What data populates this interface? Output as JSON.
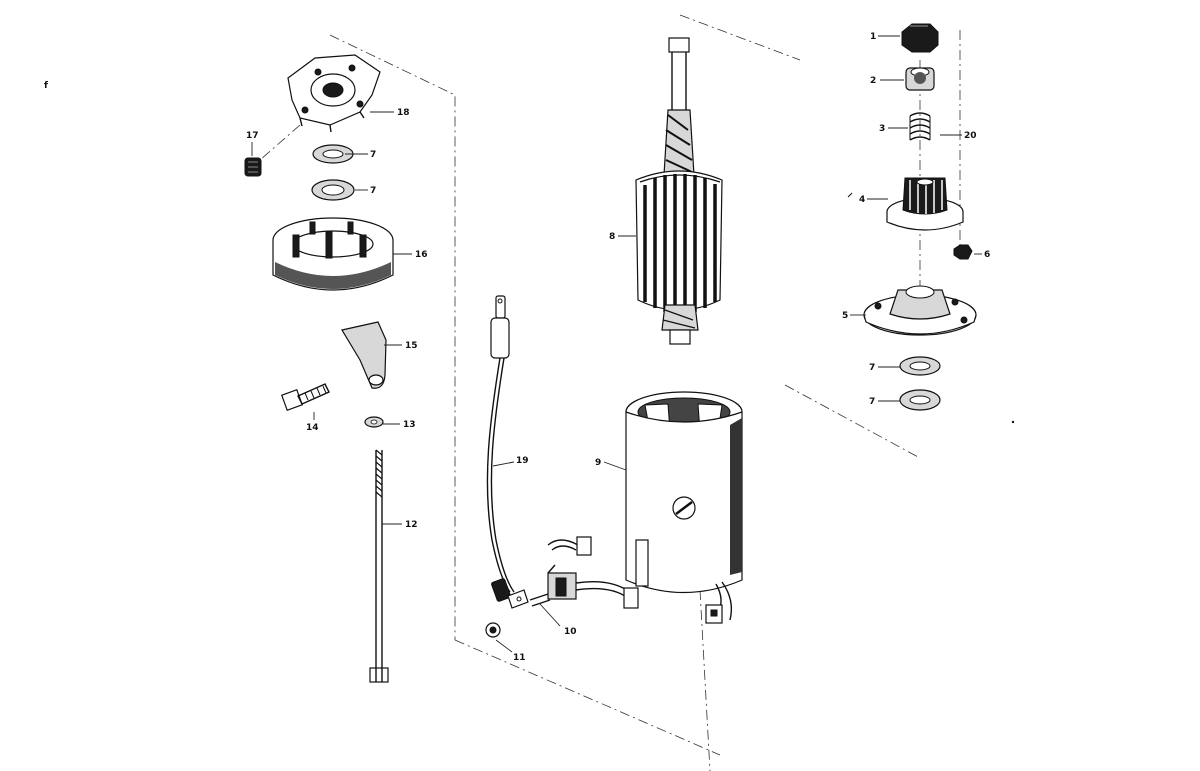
{
  "diagram": {
    "stray_mark": "f",
    "labels": {
      "p1": "1",
      "p2": "2",
      "p3": "3",
      "p4": "4",
      "p5": "5",
      "p6": "6",
      "p7a": "7",
      "p7b": "7",
      "p7c": "7",
      "p7d": "7",
      "p8": "8",
      "p9": "9",
      "p10": "10",
      "p11": "11",
      "p12": "12",
      "p13": "13",
      "p14": "14",
      "p15": "15",
      "p16": "16",
      "p17": "17",
      "p18": "18",
      "p19": "19",
      "p20": "20"
    }
  }
}
